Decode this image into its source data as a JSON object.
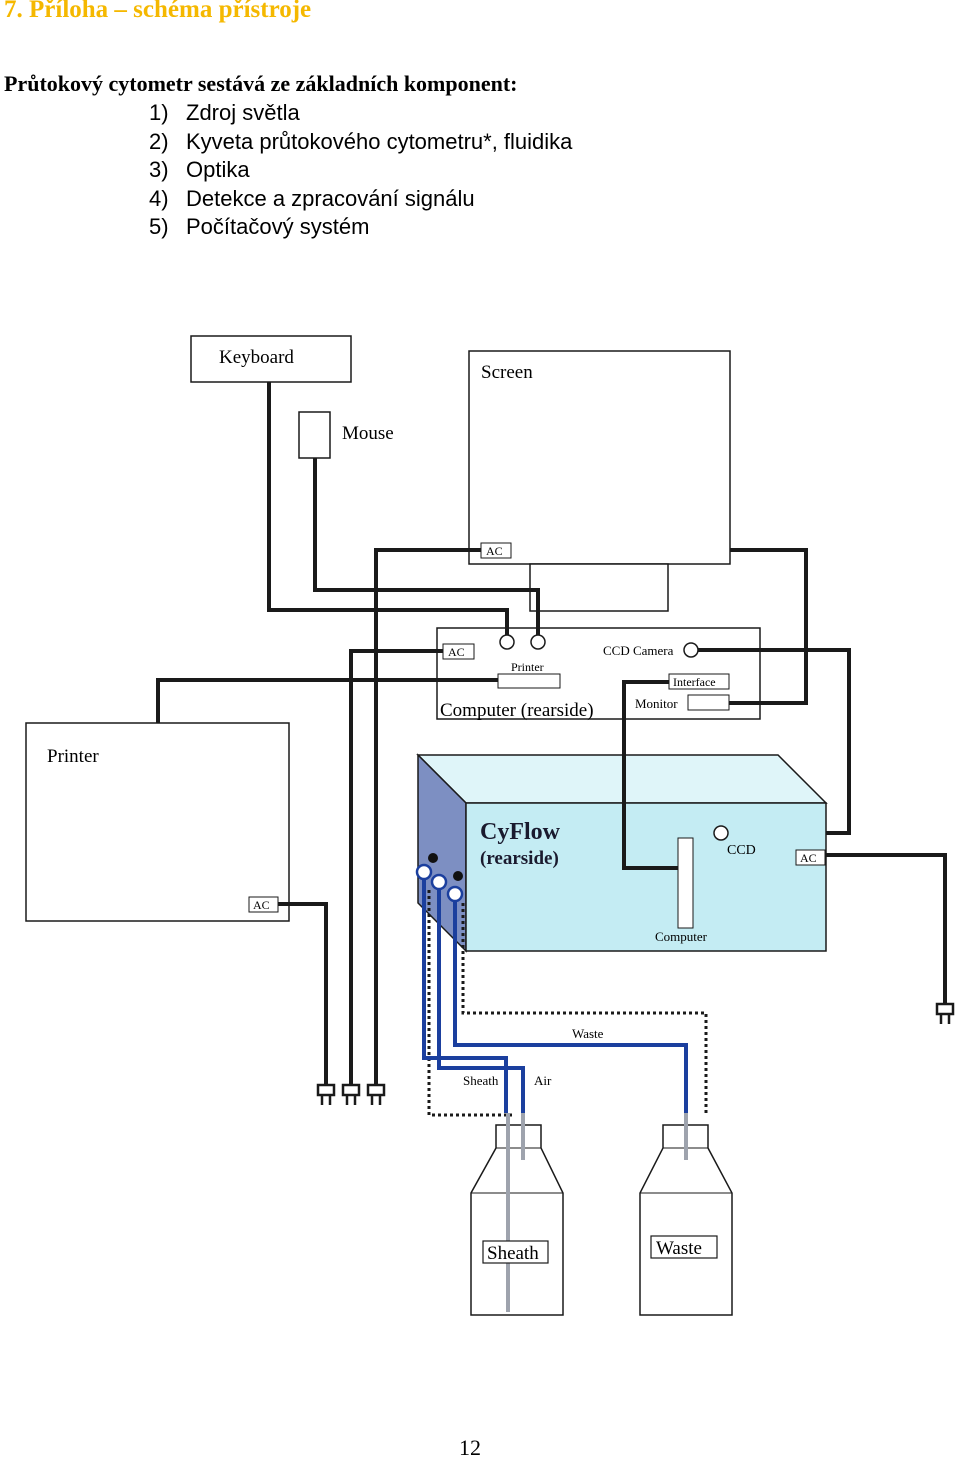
{
  "page": {
    "heading": "7. Příloha – schéma přístroje",
    "intro": "Průtokový cytometr sestává ze základních komponent:",
    "components": [
      {
        "num": "1)",
        "text": "Zdroj světla"
      },
      {
        "num": "2)",
        "text": "Kyveta průtokového cytometru*, fluidika"
      },
      {
        "num": "3)",
        "text": "Optika"
      },
      {
        "num": "4)",
        "text": "Detekce a zpracování signálu"
      },
      {
        "num": "5)",
        "text": "Počítačový systém"
      }
    ],
    "page_number": "12"
  },
  "diagram": {
    "keyboard": "Keyboard",
    "mouse": "Mouse",
    "screen": "Screen",
    "screen_ac": "AC",
    "computer_ac": "AC",
    "computer_printer_port": "Printer",
    "ccd_camera": "CCD Camera",
    "interface": "Interface",
    "monitor": "Monitor",
    "computer_rearside": "Computer (rearside)",
    "printer": "Printer",
    "printer_ac": "AC",
    "cyflow": "CyFlow",
    "cyflow_rearside": "(rearside)",
    "ccd": "CCD",
    "cyflow_ac": "AC",
    "cyflow_computer": "Computer",
    "waste_tube": "Waste",
    "sheath_tube": "Sheath",
    "air_tube": "Air",
    "sheath_bottle": "Sheath",
    "waste_bottle": "Waste"
  },
  "colors": {
    "heading": "#f5b800",
    "cable": "#1a1a1a",
    "tube_blue": "#1b3f9e",
    "box_light_blue": "#c4ecf3",
    "box_top": "#dff5f9",
    "box_side": "#7d8fc2"
  }
}
